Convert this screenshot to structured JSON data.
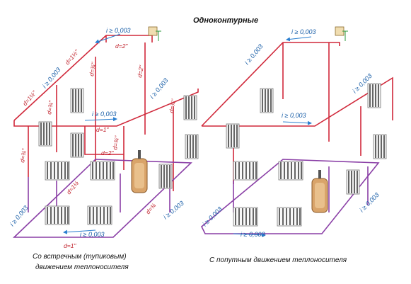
{
  "title": "Одноконтурные",
  "captions": {
    "left_line1": "Со встречным (тупиковым)",
    "left_line2": "движением теплоносителя",
    "right": "С попутным движением теплоносителя"
  },
  "left": {
    "slope_labels": [
      "i ≥ 0,003",
      "i ≥ 0,003",
      "i ≥ 0,003",
      "i ≥ 0,003",
      "i ≥ 0,003",
      "i ≥ 0,003",
      "i ≥ 0,003"
    ],
    "diam_labels": [
      "d=2\"",
      "d=1½\"",
      "d=2\"",
      "d=1½\"",
      "d=¾\"",
      "d=¾\"",
      "d=¾\"",
      "d=1\"",
      "d=2\"",
      "d=¾\"",
      "d=¾\"",
      "d=1½",
      "d=¾",
      "d=1\""
    ]
  },
  "right": {
    "slope_labels": [
      "i ≥ 0,003",
      "i ≥ 0,003",
      "i ≥ 0,003",
      "i ≥ 0,003",
      "i ≥ 0,003",
      "i ≥ 0,003",
      "i ≥ 0,003"
    ]
  },
  "colors": {
    "supply": "#d0283a",
    "return": "#8a3fa6",
    "arrow": "#2a7fd0",
    "text_blue": "#1a5fa8"
  },
  "icons": [
    "radiator-icon",
    "boiler-icon",
    "expansion-tank-icon",
    "flow-arrow-icon"
  ]
}
